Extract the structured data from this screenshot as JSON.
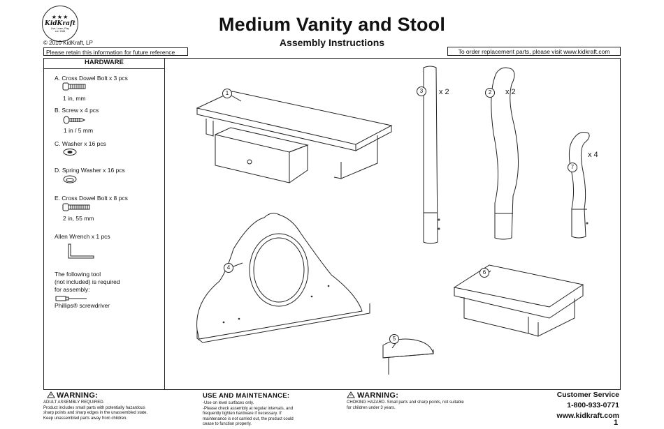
{
  "logo": {
    "brand": "KidKraft",
    "stars": "★★★",
    "tagline": "Live, Learn, Play",
    "est": "est. 1968"
  },
  "header": {
    "copyright": "© 2010 KidKraft, LP",
    "title": "Medium Vanity and Stool",
    "subtitle": "Assembly Instructions",
    "retain_notice": "Please retain this information for future reference",
    "order_notice": "To order replacement parts, please visit www.kidkraft.com"
  },
  "hardware": {
    "title": "HARDWARE",
    "items": [
      {
        "label": "A. Cross Dowel Bolt x 3 pcs",
        "dim": "1      in,      mm"
      },
      {
        "label": "B. Screw x 4 pcs",
        "dim": "1 in /   5 mm"
      },
      {
        "label": "C. Washer x 16 pcs",
        "dim": ""
      },
      {
        "label": "D. Spring Washer x 16 pcs",
        "dim": ""
      },
      {
        "label": "E. Cross Dowel Bolt x 8 pcs",
        "dim": "2          in, 55 mm"
      },
      {
        "label": "Allen Wrench x 1 pcs",
        "dim": ""
      }
    ],
    "tool_note": [
      "The following tool",
      "(not included) is required",
      "for assembly:"
    ],
    "tool_name": "Phillips® screwdriver"
  },
  "parts": [
    {
      "num": "1",
      "qty": ""
    },
    {
      "num": "2",
      "qty": "x 2"
    },
    {
      "num": "3",
      "qty": "x 2"
    },
    {
      "num": "4",
      "qty": ""
    },
    {
      "num": "5",
      "qty": ""
    },
    {
      "num": "6",
      "qty": ""
    },
    {
      "num": "7",
      "qty": "x 4"
    }
  ],
  "footer": {
    "warning1": {
      "title": "WARNING:",
      "lines": [
        "ADULT ASSEMBLY REQUIRED.",
        "Product includes small parts with potentially hazardous",
        "sharp points and sharp edges in the unassembled state.",
        "Keep unassembled parts away from children."
      ]
    },
    "use": {
      "title": "USE AND MAINTENANCE:",
      "lines": [
        "-Use on level surfaces only.",
        "-Please check assembly at regular intervals, and",
        "frequently tighten hardware if necessary. If",
        "maintenance is not carried out, the product could",
        "cease to function properly."
      ]
    },
    "warning2": {
      "title": "WARNING:",
      "lines": [
        "CHOKING HAZARD. Small parts and sharp points, not suitable",
        "for children under 3 years."
      ]
    },
    "customer_service": {
      "title": "Customer Service",
      "phone": "1-800-933-0771",
      "web": "www.kidkraft.com"
    },
    "page": "1"
  },
  "warning_icon": "warning-triangle-icon"
}
